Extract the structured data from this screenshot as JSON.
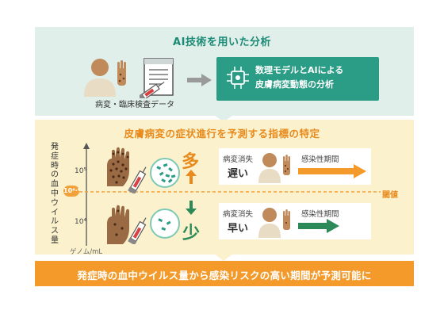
{
  "top": {
    "title": "AI技術を用いた分析",
    "data_caption": "病変・臨床検査データ",
    "ai_line1": "数理モデルとAIによる",
    "ai_line2": "皮膚病変動態の分析"
  },
  "middle": {
    "title": "皮膚病変の症状進行を予測する指標の特定",
    "y_axis_label": "発症時の血中ウイルス量",
    "tick_high": "10⁵",
    "tick_low": "10⁴",
    "threshold_value": "10⁴·⁶",
    "unit": "ゲノム/mL",
    "threshold_label": "閾値",
    "many": "多",
    "few": "少",
    "high_case": {
      "small": "病変消失",
      "big": "遅い",
      "period": "感染性期間"
    },
    "low_case": {
      "small": "病変消失",
      "big": "早い",
      "period": "感染性期間"
    }
  },
  "bottom": {
    "text": "発症時の血中ウイルス量から感染リスクの高い期間が予測可能に"
  },
  "colors": {
    "teal": "#2b9c85",
    "orange": "#f39a2a",
    "green": "#2b8a57",
    "skin": "#c08a5a"
  }
}
